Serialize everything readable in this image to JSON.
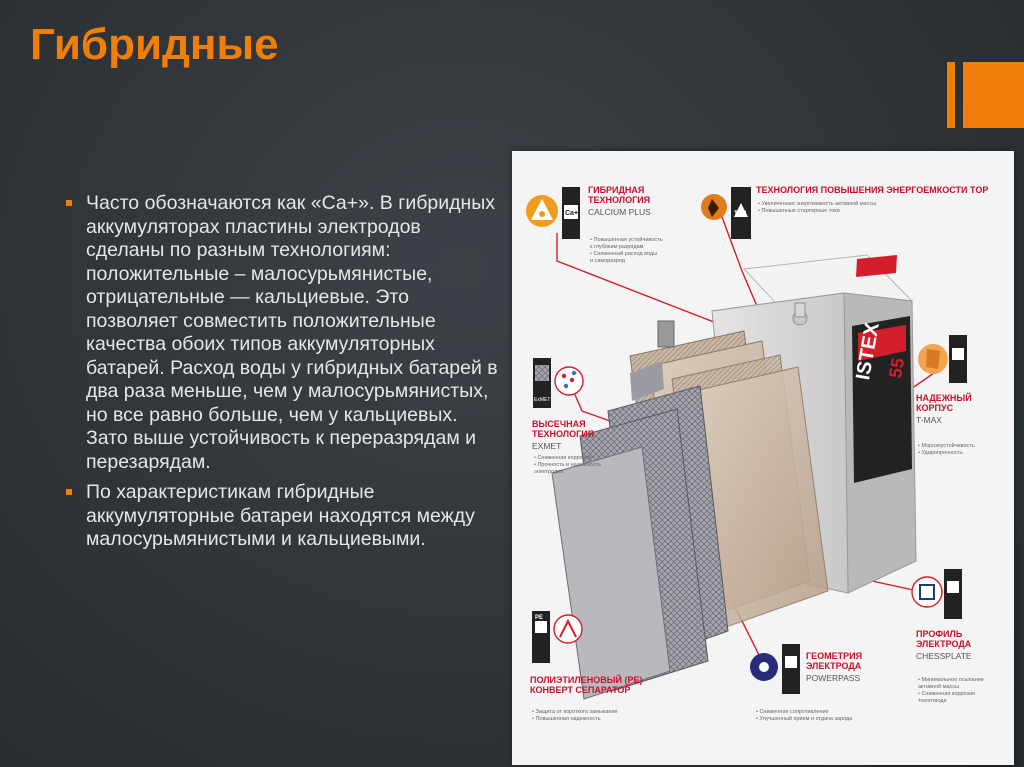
{
  "theme": {
    "accent": "#f07f09",
    "text": "#e6e6e6",
    "bullet": "#f07f09"
  },
  "slide": {
    "title": "Гибридные",
    "bullets": [
      "Часто обозначаются как «Са+». В гибридных аккумуляторах пластины электродов сделаны по разным технологиям: положительные – малосурьмянистые, отрицательные — кальциевые. Это позволяет совместить положительные качества обоих типов аккумуляторных батарей. Расход воды у гибридных батарей в два раза меньше, чем у малосурьмянистых, но все равно больше, чем у кальциевых. Зато выше устойчивость к переразрядам и перезарядам.",
      "По характеристикам гибридные аккумуляторные батареи находятся между малосурьмянистыми и кальциевыми."
    ]
  },
  "infographic": {
    "battery_brand": "ISTEX",
    "capacity": "55",
    "callouts": {
      "hybrid": {
        "title_1": "Гибридная",
        "title_2": "технология",
        "subtitle": "CALCIUM PLUS",
        "badge": "Ca+",
        "notes": [
          "• Повышенная устойчивость",
          "к глубоким разрядам",
          "• Сниженный расход воды",
          "и саморазряд"
        ]
      },
      "energy": {
        "title": "Технология повышения энергоемкости TOP",
        "badge": "TOP",
        "notes": [
          "• Увеличенная энергоемкость активной массы",
          "• Повышенные стартерные токи"
        ]
      },
      "exmet": {
        "title_1": "Высечная",
        "title_2": "технология",
        "subtitle": "EXMET",
        "badge": "ExMET",
        "notes": [
          "• Сниженная коррозия",
          "• Прочность и надежность",
          "электродов"
        ]
      },
      "tmax": {
        "title_1": "Надежный",
        "title_2": "корпус",
        "subtitle": "T-MAX",
        "notes": [
          "• Морозоустойчивость",
          "• Ударопрочность"
        ]
      },
      "chessplate": {
        "title_1": "Профиль",
        "title_2": "электрода",
        "subtitle": "CHESSPLATE",
        "notes": [
          "• Минимальное осыпание",
          "активной массы",
          "• Сниженная коррозия",
          "токоотвода"
        ]
      },
      "pe": {
        "title_1": "Полиэтиленовый (PE)",
        "title_2": "конверт сепаратор",
        "badge": "PE",
        "notes": [
          "• Защита от короткого замыкания",
          "• Повышенная надежность"
        ]
      },
      "powerpass": {
        "title_1": "Геометрия",
        "title_2": "электрода",
        "subtitle": "POWERPASS",
        "notes": [
          "• Сниженное сопротивление",
          "• Улучшенный прием и отдача заряда"
        ]
      }
    }
  }
}
